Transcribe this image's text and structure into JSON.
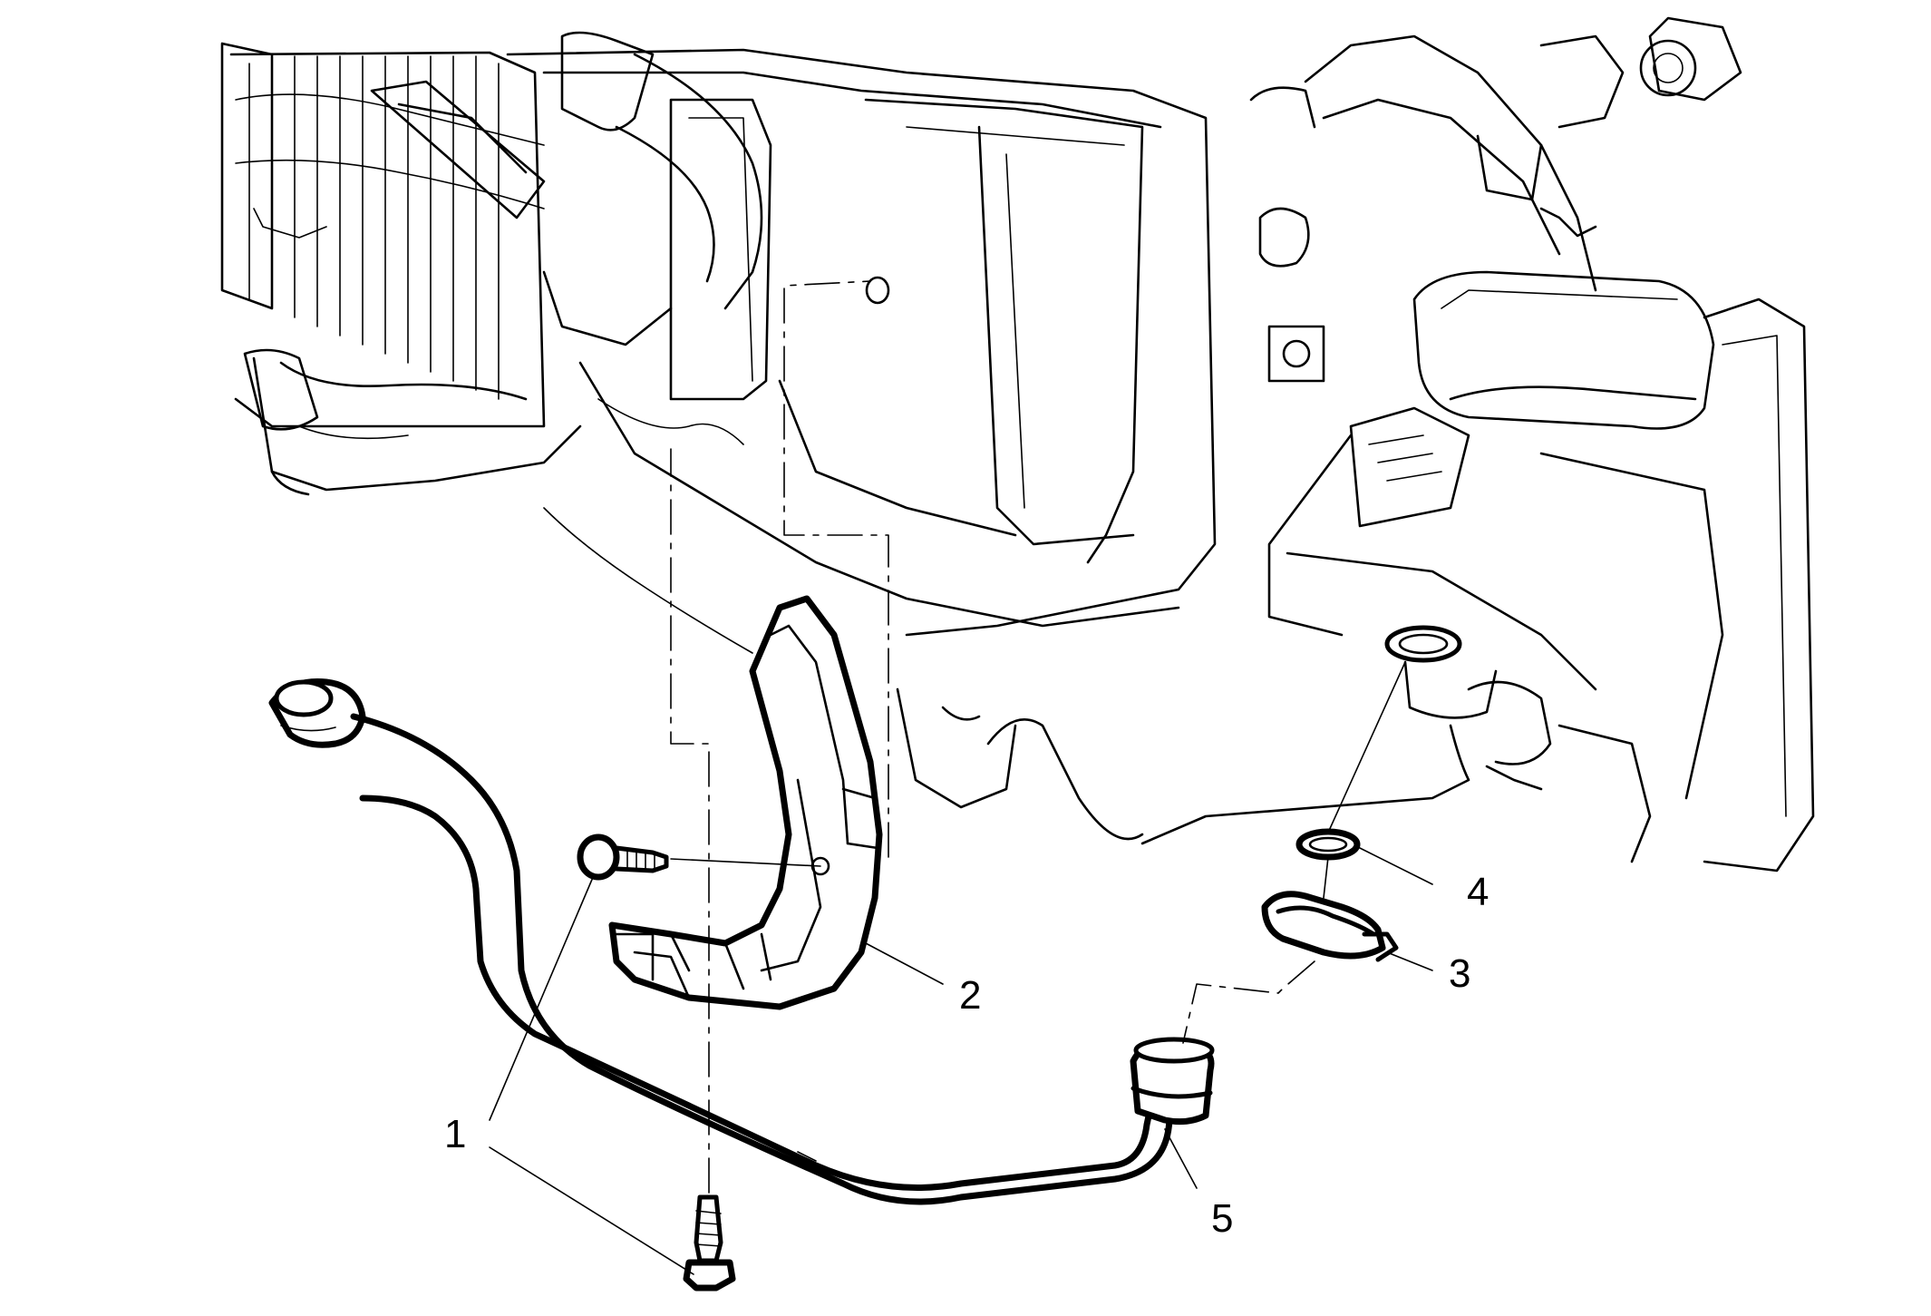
{
  "figure": {
    "callouts": [
      {
        "label": "1"
      },
      {
        "label": "2"
      },
      {
        "label": "3"
      },
      {
        "label": "4"
      },
      {
        "label": "5"
      }
    ]
  }
}
